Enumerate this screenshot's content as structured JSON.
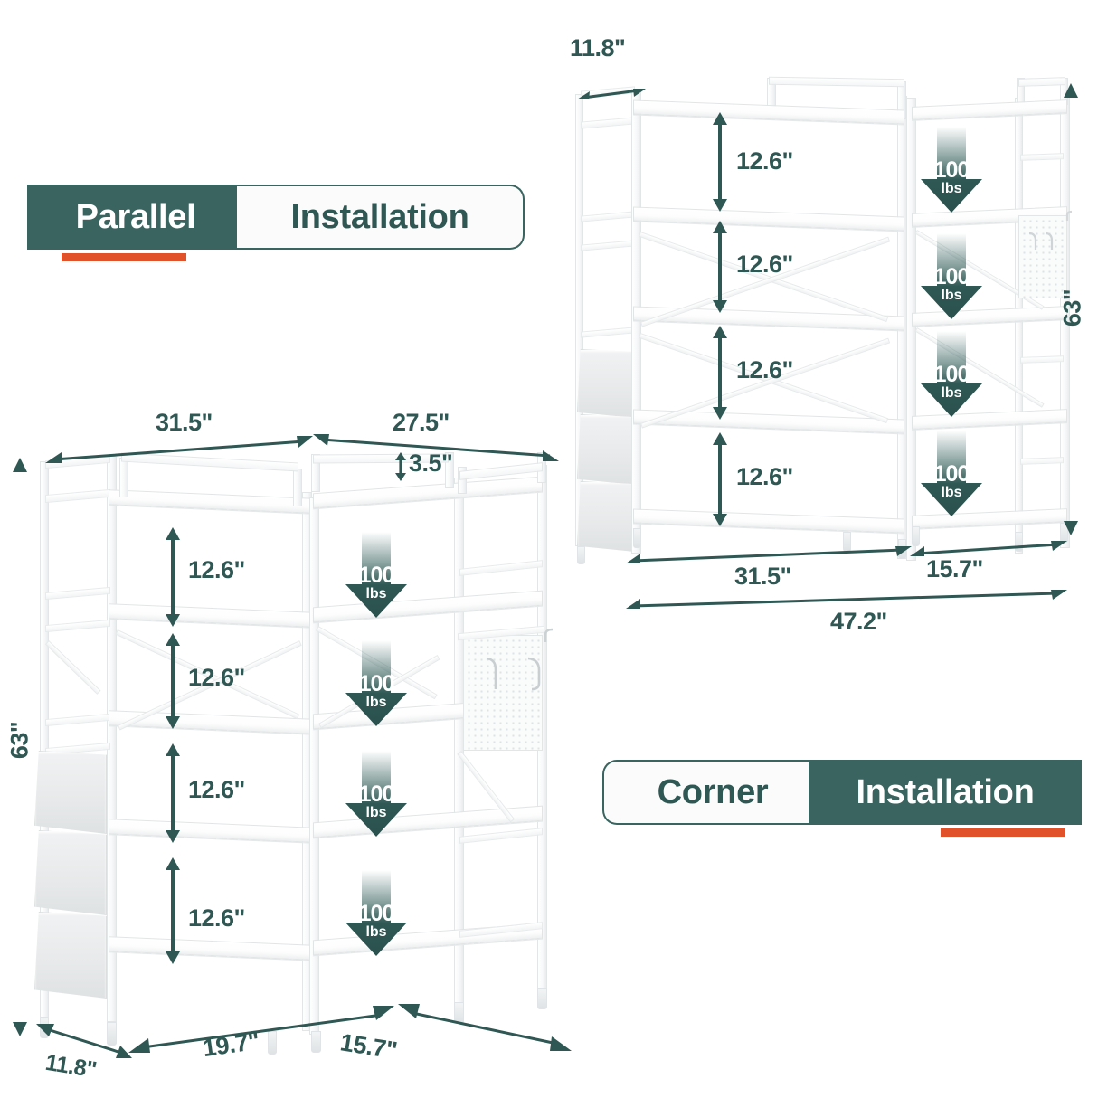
{
  "page": {
    "title": "Shelf dimension diagram — Parallel and Corner Installation",
    "colors": {
      "teal": "#3a6460",
      "teal_text": "#2f5753",
      "orange": "#e2522a",
      "frame_white": "#ffffff"
    }
  },
  "labels": {
    "parallel": {
      "word1": "Parallel",
      "word2": "Installation"
    },
    "corner": {
      "word1": "Corner",
      "word2": "Installation"
    }
  },
  "parallel_diagram": {
    "name": "Parallel Installation",
    "depth_top": "11.8\"",
    "height_right": "63\"",
    "shelf_gaps": [
      "12.6\"",
      "12.6\"",
      "12.6\"",
      "12.6\""
    ],
    "load_badges": [
      {
        "value": "100",
        "unit": "lbs"
      },
      {
        "value": "100",
        "unit": "lbs"
      },
      {
        "value": "100",
        "unit": "lbs"
      },
      {
        "value": "100",
        "unit": "lbs"
      }
    ],
    "width_left": "31.5\"",
    "width_right": "15.7\"",
    "width_total": "47.2\""
  },
  "corner_diagram": {
    "name": "Corner Installation",
    "height_left": "63\"",
    "width_left_top": "31.5\"",
    "width_right_top": "27.5\"",
    "riser_height": "3.5\"",
    "shelf_gaps": [
      "12.6\"",
      "12.6\"",
      "12.6\"",
      "12.6\""
    ],
    "load_badges": [
      {
        "value": "100",
        "unit": "lbs"
      },
      {
        "value": "100",
        "unit": "lbs"
      },
      {
        "value": "100",
        "unit": "lbs"
      },
      {
        "value": "100",
        "unit": "lbs"
      }
    ],
    "depth_bottom": "11.8\"",
    "width_bottom_left": "19.7\"",
    "width_bottom_right": "15.7\""
  },
  "features": {
    "side_pockets_count": 3,
    "pegboard_hooks_count": 2,
    "pegboard_label": "pegboard-panel"
  }
}
